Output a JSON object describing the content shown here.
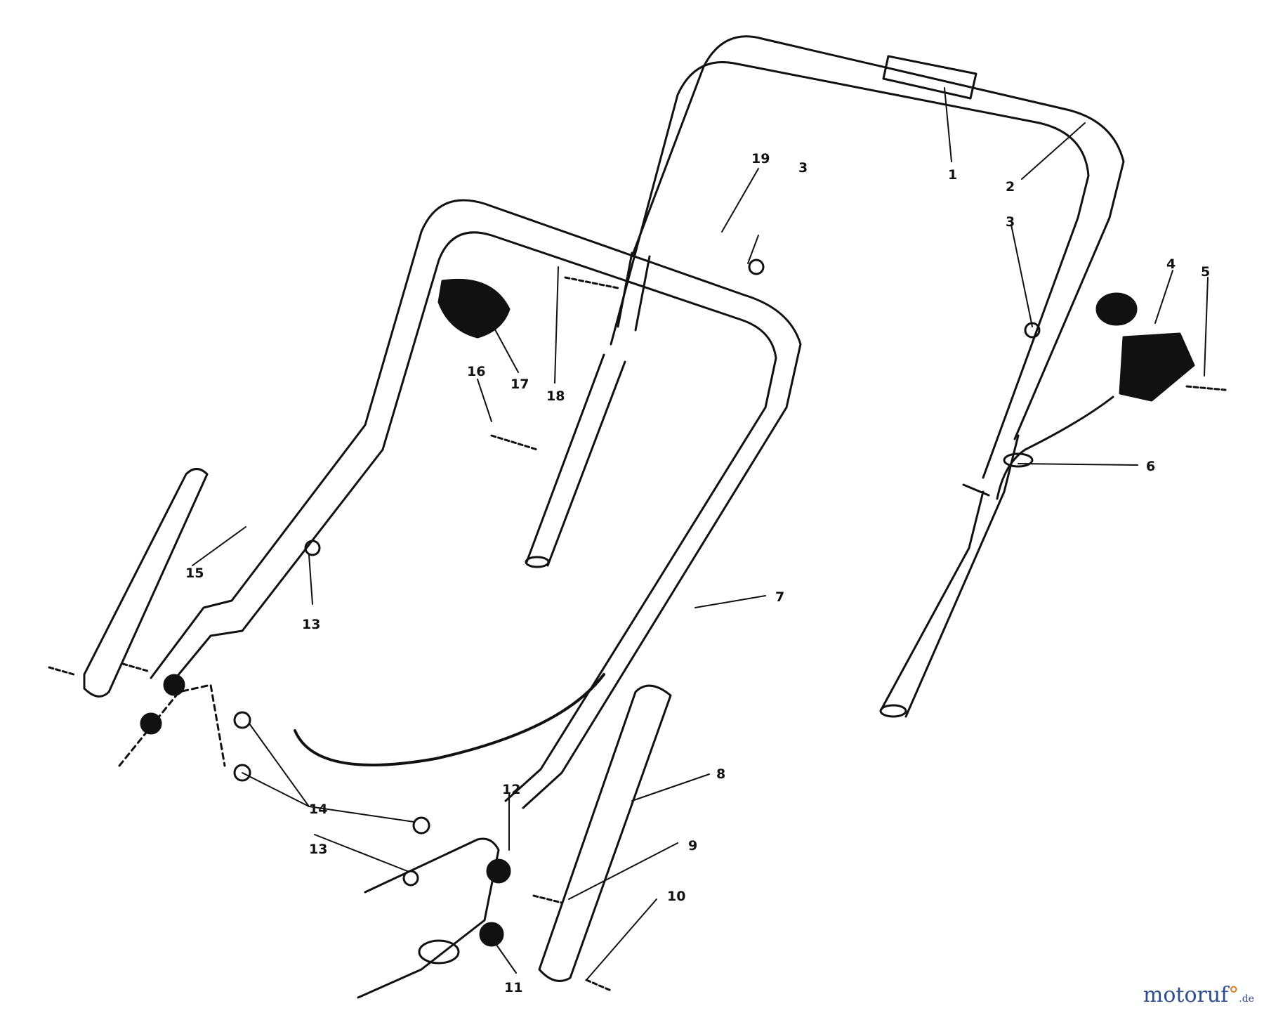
{
  "diagram": {
    "callouts": [
      "1",
      "2",
      "3",
      "3",
      "4",
      "5",
      "6",
      "7",
      "8",
      "9",
      "10",
      "11",
      "12",
      "13",
      "13",
      "14",
      "15",
      "16",
      "17",
      "18",
      "19"
    ]
  },
  "watermark": {
    "part1": "motoruf",
    "part2": "°",
    "part3": ".de"
  }
}
